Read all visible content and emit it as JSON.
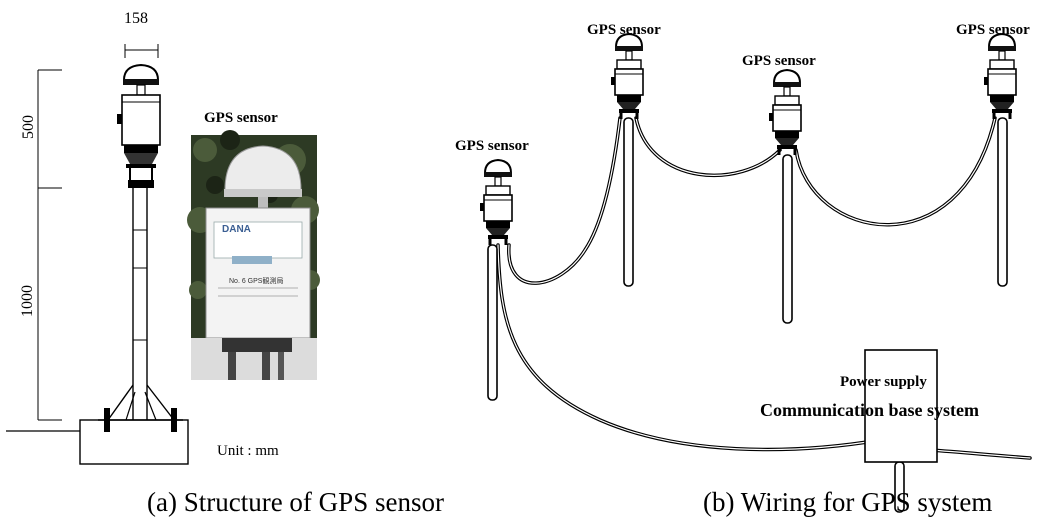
{
  "structure": {
    "dim_top": "158",
    "dim_upper": "500",
    "dim_lower": "1000",
    "unit": "Unit : mm",
    "photo_label": "GPS sensor",
    "caption": "(a) Structure of GPS sensor"
  },
  "wiring": {
    "sensor_labels": [
      "GPS sensor",
      "GPS sensor",
      "GPS sensor",
      "GPS sensor"
    ],
    "base_line1": "Power supply",
    "base_line2": "Communication base system",
    "caption": "(b) Wiring for GPS system"
  },
  "photo_text": {
    "brand": "DANA",
    "plate": "No. 6 GPS観測局"
  }
}
